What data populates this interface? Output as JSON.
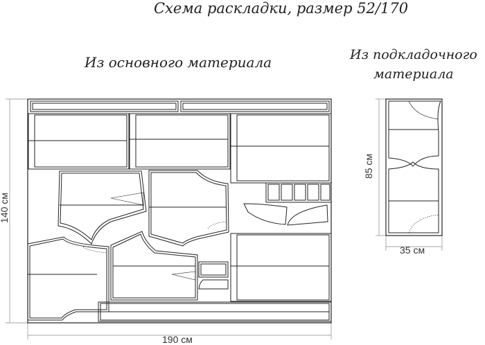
{
  "title": "Схема раскладки, размер 52/170",
  "main_fabric": {
    "heading": "Из основного материала",
    "width_label": "190 см",
    "height_label": "140 см"
  },
  "lining_fabric": {
    "heading_line1": "Из подкладочного",
    "heading_line2": "материала",
    "width_label": "35 см",
    "height_label": "85 см"
  }
}
